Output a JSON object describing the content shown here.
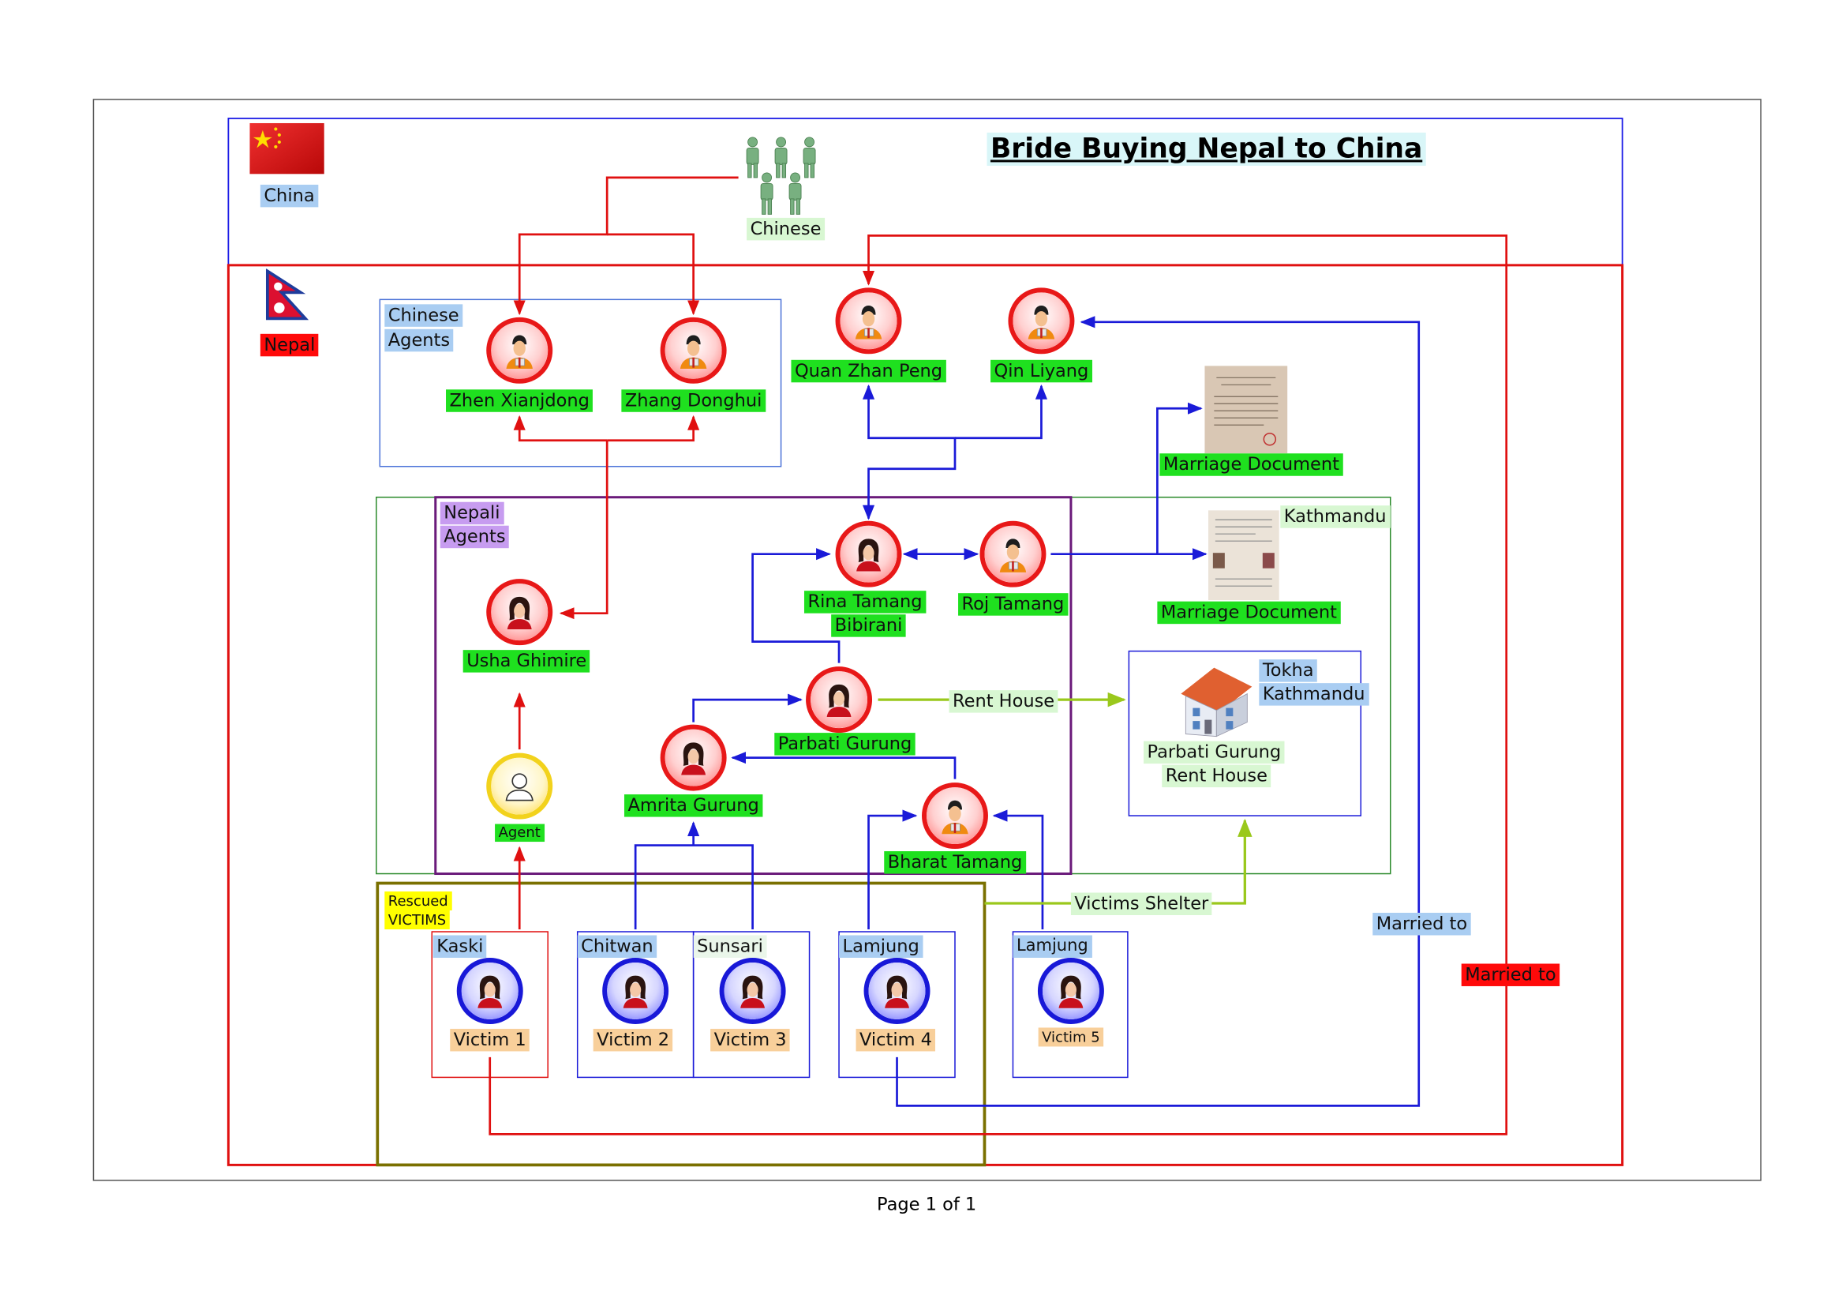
{
  "title": "Bride Buying Nepal to China",
  "footer": "Page 1 of 1",
  "colors": {
    "china_border": "#1a1ae6",
    "nepal_border": "#e01010",
    "agent_node": "#e81818",
    "victim_node": "#1818d8",
    "unknown_agent": "#f2d21c",
    "blue_link": "#1a1ad8",
    "red_link": "#e01010",
    "lime_link": "#9ac81c"
  },
  "regions": {
    "china": "China",
    "nepal": "Nepal",
    "chinese_group": "Chinese",
    "chinese_agents": [
      "Chinese",
      "Agents"
    ],
    "nepali_agents": [
      "Nepali",
      "Agents"
    ],
    "kathmandu": "Kathmandu",
    "rescued": [
      "Rescued",
      "VICTIMS"
    ],
    "tokha": [
      "Tokha",
      "Kathmandu"
    ]
  },
  "people": {
    "zhen": "Zhen Xianjdong",
    "zhang": "Zhang Donghui",
    "quan": "Quan Zhan Peng",
    "qin": "Qin Liyang",
    "usha": "Usha Ghimire",
    "agent": "Agent",
    "rina": [
      "Rina Tamang",
      "Bibirani"
    ],
    "roj": "Roj Tamang",
    "parbati": "Parbati Gurung",
    "amrita": "Amrita Gurung",
    "bharat": "Bharat Tamang"
  },
  "documents": {
    "doc1": "Marriage Document",
    "doc2": "Marriage Document"
  },
  "house": [
    "Parbati Gurung",
    "Rent House"
  ],
  "edges": {
    "rent_house": "Rent House",
    "victims_shelter": "Victims Shelter",
    "married_to_blue": "Married to",
    "married_to_red": "Married to"
  },
  "victims": [
    {
      "district": "Kaski",
      "name": "Victim 1"
    },
    {
      "district": "Chitwan",
      "name": "Victim 2"
    },
    {
      "district": "Sunsari",
      "name": "Victim 3"
    },
    {
      "district": "Lamjung",
      "name": "Victim 4"
    },
    {
      "district": "Lamjung",
      "name": "Victim 5"
    }
  ]
}
